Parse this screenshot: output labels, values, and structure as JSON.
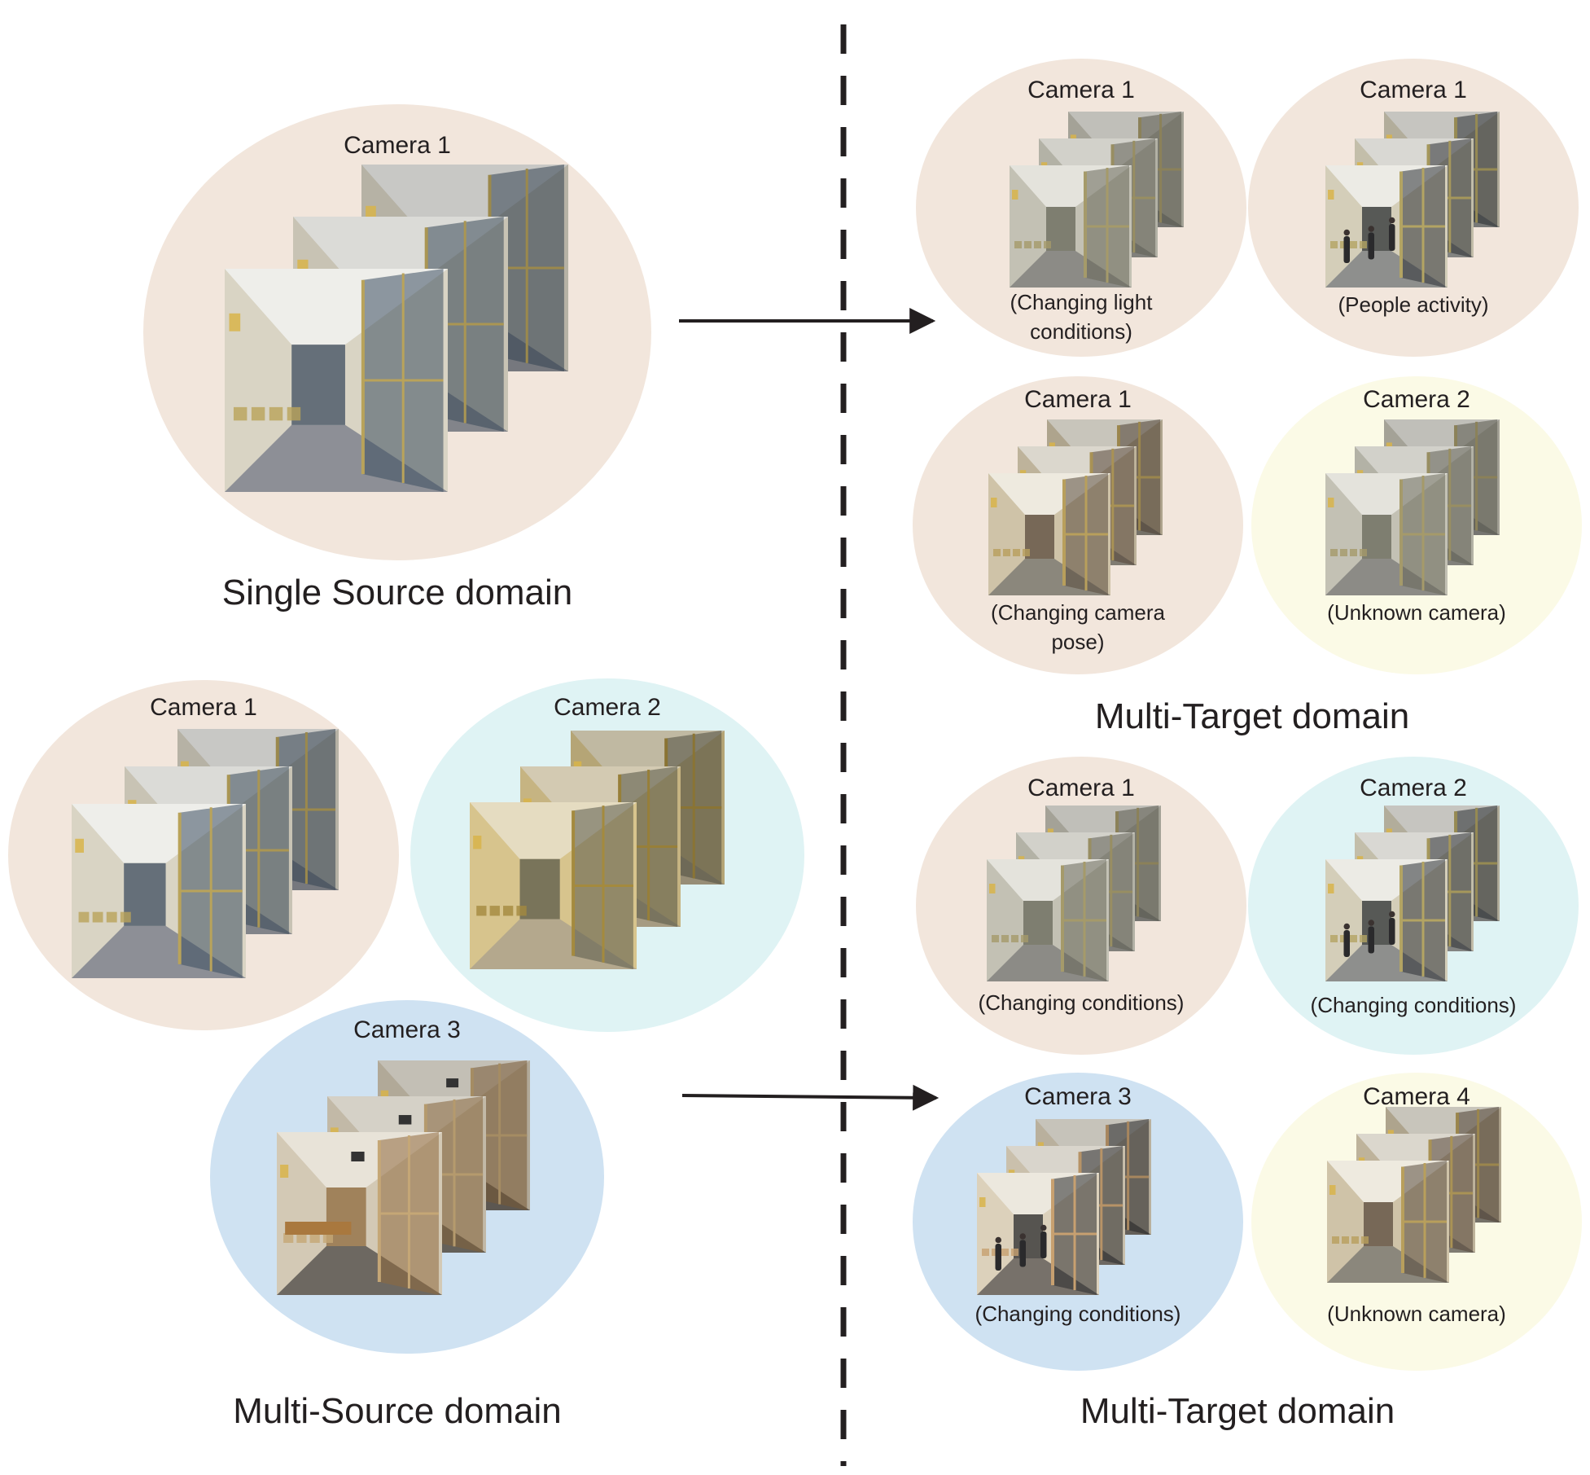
{
  "colors": {
    "camera1": "#f2e6dc",
    "camera2": "#dff3f4",
    "camera3": "#cfe2f2",
    "unknown": "#fbfae6",
    "arrow": "#231f20",
    "divider": "#231f20"
  },
  "source": {
    "single": {
      "label": "Single Source domain",
      "cameras": [
        {
          "name": "Camera 1",
          "color": "camera1",
          "scene": "corridor-glass"
        }
      ]
    },
    "multi": {
      "label": "Multi-Source domain",
      "cameras": [
        {
          "name": "Camera 1",
          "color": "camera1",
          "scene": "corridor-glass"
        },
        {
          "name": "Camera 2",
          "color": "camera2",
          "scene": "corridor-warm"
        },
        {
          "name": "Camera 3",
          "color": "camera3",
          "scene": "waiting-room"
        }
      ]
    }
  },
  "target": {
    "single": {
      "label": "Multi-Target domain",
      "cameras": [
        {
          "name": "Camera 1",
          "note": [
            "(Changing light",
            "conditions)"
          ],
          "color": "camera1",
          "scene": "corridor-grey"
        },
        {
          "name": "Camera 1",
          "note": [
            "(People activity)"
          ],
          "color": "camera1",
          "scene": "corridor-people"
        },
        {
          "name": "Camera 1",
          "note": [
            "(Changing camera",
            "pose)"
          ],
          "color": "camera1",
          "scene": "corridor-door"
        },
        {
          "name": "Camera 2",
          "note": [
            "(Unknown camera)"
          ],
          "color": "unknown",
          "scene": "corridor-grey"
        }
      ]
    },
    "multi": {
      "label": "Multi-Target domain",
      "cameras": [
        {
          "name": "Camera 1",
          "note": [
            "(Changing conditions)"
          ],
          "color": "camera1",
          "scene": "corridor-grey"
        },
        {
          "name": "Camera 2",
          "note": [
            "(Changing conditions)"
          ],
          "color": "camera2",
          "scene": "corridor-people"
        },
        {
          "name": "Camera 3",
          "note": [
            "(Changing conditions)"
          ],
          "color": "camera3",
          "scene": "waiting-people"
        },
        {
          "name": "Camera 4",
          "note": [
            "(Unknown camera)"
          ],
          "color": "unknown",
          "scene": "corridor-door"
        }
      ]
    }
  }
}
